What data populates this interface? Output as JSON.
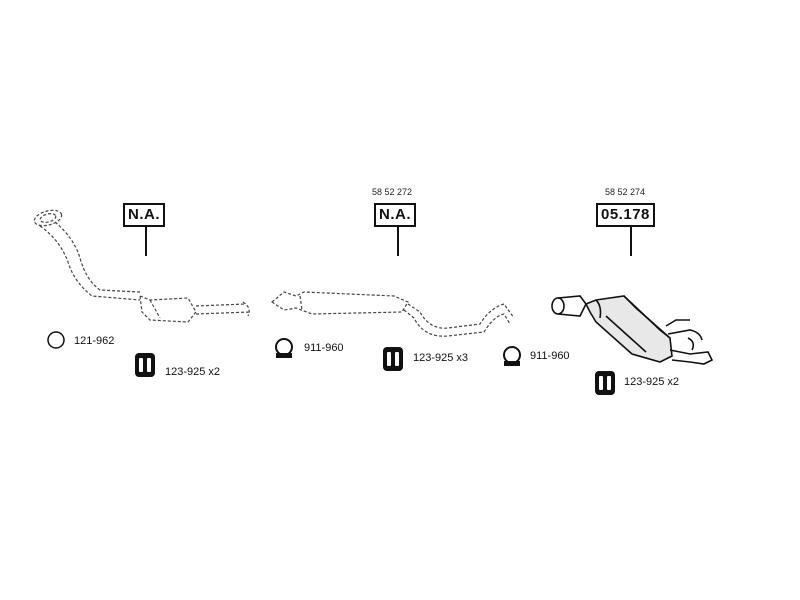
{
  "front_section": {
    "part_number": "N.A."
  },
  "middle_section": {
    "oe_number": "58 52 272",
    "part_number": "N.A."
  },
  "rear_section": {
    "oe_number": "58 52 274",
    "part_number": "05.178"
  },
  "fittings": [
    {
      "icon": "gasket-ring-icon",
      "label": "121-962"
    },
    {
      "icon": "rubber-mount-icon",
      "label": "123-925 x2"
    },
    {
      "icon": "clamp-icon",
      "label": "911-960"
    },
    {
      "icon": "rubber-mount-icon",
      "label": "123-925 x3"
    },
    {
      "icon": "clamp-icon",
      "label": "911-960"
    },
    {
      "icon": "rubber-mount-icon",
      "label": "123-925 x2"
    }
  ]
}
